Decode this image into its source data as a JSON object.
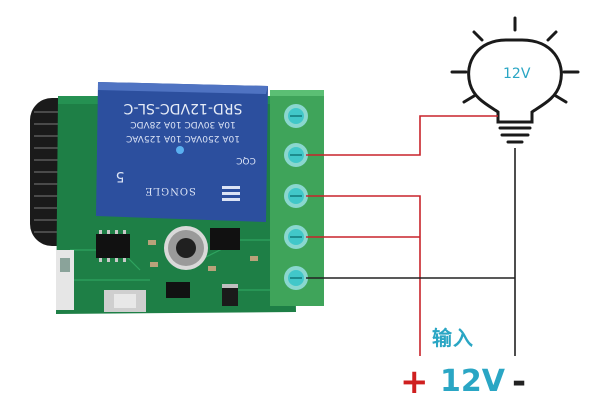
{
  "relay": {
    "model": "SRD-12VDC-SL-C",
    "ratings": [
      "10A 30VDC  10A 28VDC",
      "10A 250VAC  10A 125VAC"
    ],
    "brand": "SONGLE",
    "mark": "CQC",
    "digit": "5"
  },
  "bulb": {
    "label": "12V"
  },
  "power": {
    "input_label": "输入",
    "plus": "+",
    "voltage": "12V",
    "minus": "-"
  },
  "colors": {
    "board": "#1e7f46",
    "relay_case": "#2c4f9e",
    "terminal": "#3fa45a",
    "screw": "#41c7c9",
    "positive_wire": "#c8242b",
    "negative_wire": "#222222",
    "accent_text": "#2aa6c4"
  }
}
